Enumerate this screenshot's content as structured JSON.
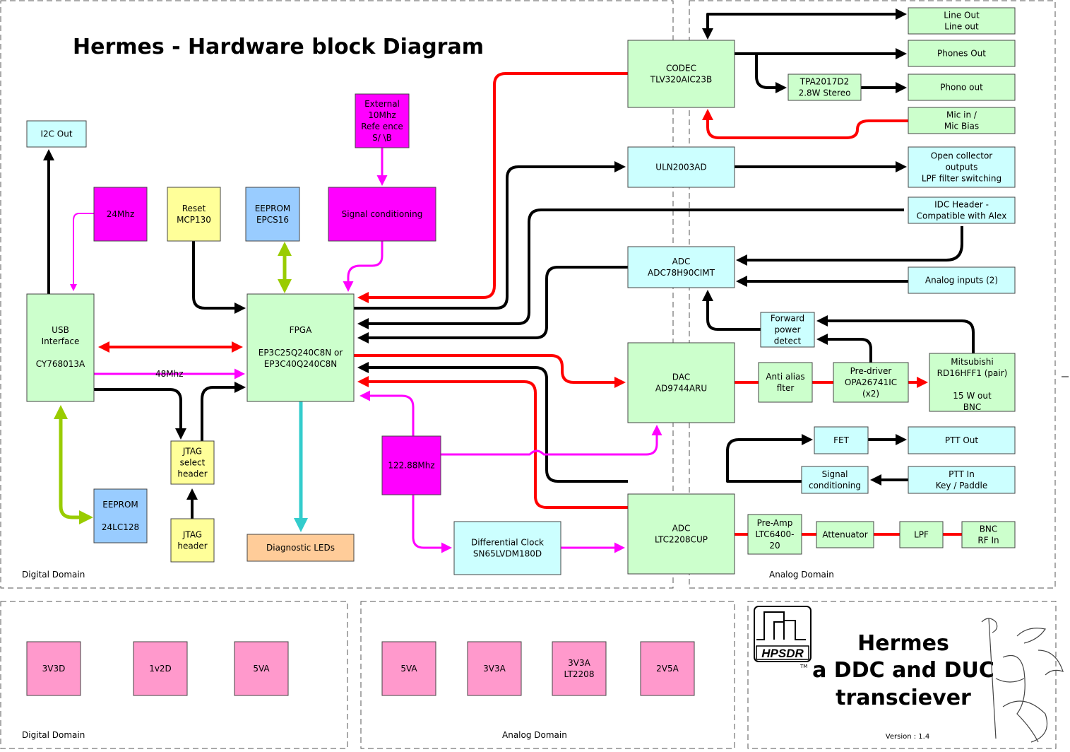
{
  "title": "Hermes - Hardware block Diagram",
  "colors": {
    "green": "#ccffcc",
    "cyan": "#ccffff",
    "magenta": "#ff00ff",
    "yellow": "#ffff99",
    "blue": "#99ccff",
    "orange": "#ffcc99",
    "pink": "#ff99cc",
    "red": "#ff0000",
    "black": "#000000",
    "lime": "#99cc00",
    "teal": "#33cccc"
  },
  "blocks": {
    "i2c_out": {
      "lines": [
        "I2C Out"
      ],
      "color": "cyan"
    },
    "osc_24mhz": {
      "lines": [
        "24Mhz"
      ],
      "color": "magenta"
    },
    "reset": {
      "lines": [
        "Reset",
        "MCP130"
      ],
      "color": "yellow"
    },
    "eeprom_epcs": {
      "lines": [
        "EEPROM",
        "EPCS16"
      ],
      "color": "blue"
    },
    "ext_ref": {
      "lines": [
        "External",
        "10Mhz",
        "Refe ence",
        "S/ \\B"
      ],
      "color": "magenta"
    },
    "signal_conditioning": {
      "lines": [
        "Signal conditioning"
      ],
      "color": "magenta"
    },
    "usb": {
      "lines": [
        "USB",
        "Interface",
        "",
        "CY768013A"
      ],
      "color": "green"
    },
    "fpga": {
      "lines": [
        "FPGA",
        "",
        "EP3C25Q240C8N or",
        "EP3C40Q240C8N"
      ],
      "color": "green"
    },
    "jtag_select": {
      "lines": [
        "JTAG",
        "select",
        "header"
      ],
      "color": "yellow"
    },
    "jtag_header": {
      "lines": [
        "JTAG",
        "header"
      ],
      "color": "yellow"
    },
    "eeprom_24lc": {
      "lines": [
        "EEPROM",
        "",
        "24LC128"
      ],
      "color": "blue"
    },
    "diag_leds": {
      "lines": [
        "Diagnostic LEDs"
      ],
      "color": "orange"
    },
    "clk_122": {
      "lines": [
        "122.88Mhz"
      ],
      "color": "magenta"
    },
    "diff_clock": {
      "lines": [
        "Differential Clock",
        "SN65LVDM180D"
      ],
      "color": "cyan"
    },
    "codec": {
      "lines": [
        "CODEC",
        "TLV320AIC23B"
      ],
      "color": "green"
    },
    "uln": {
      "lines": [
        "ULN2003AD"
      ],
      "color": "cyan"
    },
    "adc78": {
      "lines": [
        "ADC",
        "ADC78H90CIMT"
      ],
      "color": "cyan"
    },
    "dac": {
      "lines": [
        "DAC",
        "AD9744ARU"
      ],
      "color": "green"
    },
    "adc_ltc": {
      "lines": [
        "ADC",
        "LTC2208CUP"
      ],
      "color": "green"
    },
    "line_out": {
      "lines": [
        "Line Out",
        "Line out"
      ],
      "color": "green"
    },
    "phones_out": {
      "lines": [
        "Phones Out"
      ],
      "color": "green"
    },
    "tpa": {
      "lines": [
        "TPA2017D2",
        "2.8W Stereo"
      ],
      "color": "green"
    },
    "phono_out": {
      "lines": [
        "Phono out"
      ],
      "color": "green"
    },
    "mic_in": {
      "lines": [
        "Mic in /",
        "Mic Bias"
      ],
      "color": "green"
    },
    "open_collector": {
      "lines": [
        "Open collector",
        "outputs",
        "LPF filter switching"
      ],
      "color": "cyan"
    },
    "idc_header": {
      "lines": [
        "IDC Header -",
        "Compatible with Alex"
      ],
      "color": "cyan"
    },
    "analog_inputs": {
      "lines": [
        "Analog inputs (2)"
      ],
      "color": "cyan"
    },
    "fwd_power": {
      "lines": [
        "Forward",
        "power",
        "detect"
      ],
      "color": "cyan"
    },
    "anti_alias": {
      "lines": [
        "Anti alias",
        "flter"
      ],
      "color": "green"
    },
    "pre_driver": {
      "lines": [
        "Pre-driver",
        "OPA26741IC",
        "(x2)"
      ],
      "color": "green"
    },
    "mitsubishi": {
      "lines": [
        "Mitsubishi",
        "RD16HFF1 (pair)",
        "",
        "15 W out",
        "BNC"
      ],
      "color": "green"
    },
    "fet": {
      "lines": [
        "FET"
      ],
      "color": "cyan"
    },
    "ptt_out": {
      "lines": [
        "PTT Out"
      ],
      "color": "cyan"
    },
    "signal_conditioning_2": {
      "lines": [
        "Signal",
        "conditioning"
      ],
      "color": "cyan"
    },
    "ptt_in": {
      "lines": [
        "PTT In",
        "Key / Paddle"
      ],
      "color": "cyan"
    },
    "pre_amp": {
      "lines": [
        "Pre-Amp",
        "LTC6400-",
        "20"
      ],
      "color": "green"
    },
    "attenuator": {
      "lines": [
        "Attenuator"
      ],
      "color": "green"
    },
    "lpf": {
      "lines": [
        "LPF"
      ],
      "color": "green"
    },
    "bnc_rf_in": {
      "lines": [
        "BNC",
        "RF In"
      ],
      "color": "green"
    },
    "pwr_3v3d": {
      "lines": [
        "3V3D"
      ],
      "color": "pink"
    },
    "pwr_1v2d": {
      "lines": [
        "1v2D"
      ],
      "color": "pink"
    },
    "pwr_5va_d": {
      "lines": [
        "5VA"
      ],
      "color": "pink"
    },
    "pwr_5va_a": {
      "lines": [
        "5VA"
      ],
      "color": "pink"
    },
    "pwr_3v3a": {
      "lines": [
        "3V3A"
      ],
      "color": "pink"
    },
    "pwr_3v3a_lt": {
      "lines": [
        "3V3A",
        "LT2208"
      ],
      "color": "pink"
    },
    "pwr_2v5a": {
      "lines": [
        "2V5A"
      ],
      "color": "pink"
    }
  },
  "labels": {
    "mhz48": "48Mhz"
  },
  "regions": {
    "digital_top": "Digital Domain",
    "analog_top": "Analog Domain",
    "digital_power": "Digital Domain",
    "analog_power": "Analog Domain"
  },
  "title_block": {
    "logo": "HPSDR",
    "tm": "TM",
    "line1": "Hermes",
    "line2": "a DDC and DUC",
    "line3": "transciever",
    "version": "Version : 1.4"
  }
}
